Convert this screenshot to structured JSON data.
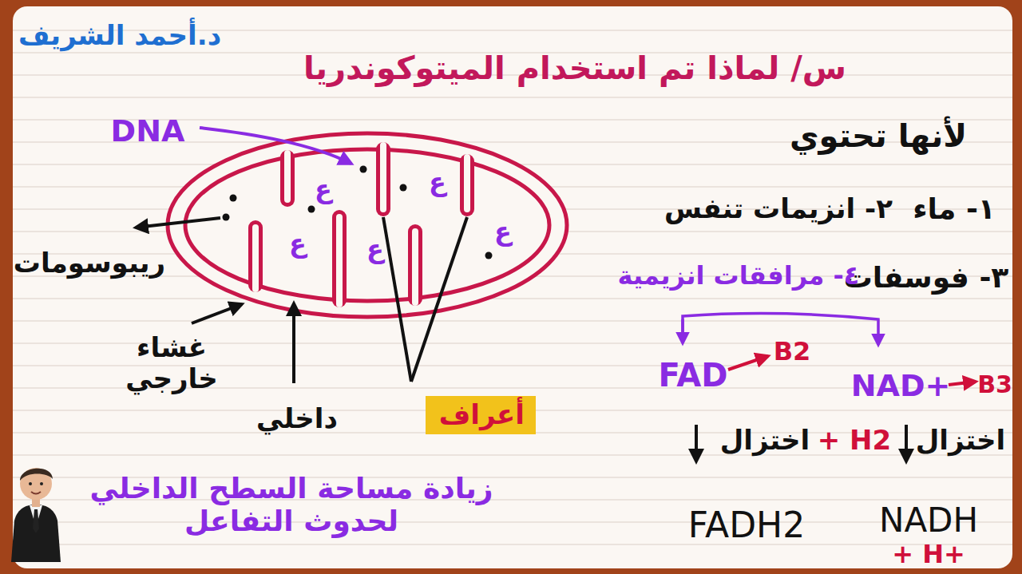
{
  "diagram": {
    "title": "س/ لماذا تم استخدام الميتوكوندريا",
    "nodes": [
      {
        "text": [
          "أعراف"
        ]
      }
    ],
    "labels": [
      "د.أحمد الشريف",
      "لأنها تحتوي",
      "١- ماء",
      "٢- انزيمات تنفس",
      "٣- فوسفات",
      "٤- مرافقات انزيمية",
      "FAD",
      "B2",
      "NAD+",
      "B3",
      "اختزال",
      "+ H2",
      "اختزال",
      "FADH2",
      "NADH",
      "+ H+",
      "DNA",
      "ريبوسومات",
      "غشاء خارجي",
      "داخلي",
      "ع",
      "ع",
      "ع",
      "ع",
      "ع",
      "زيادة مساحة السطح الداخلي لحدوث التفاعل"
    ]
  }
}
